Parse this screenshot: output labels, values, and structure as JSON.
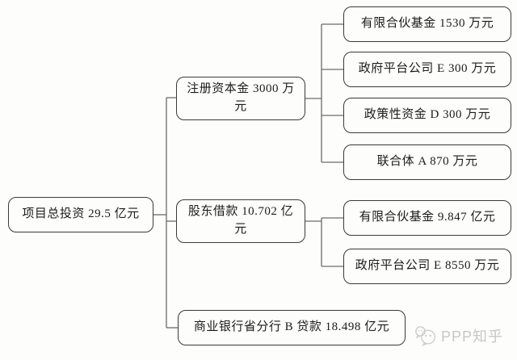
{
  "diagram": {
    "root": {
      "label": "项目总投资 29.5 亿元"
    },
    "funding_sources": {
      "registered_capital": {
        "label": "注册资本金 3000 万元"
      },
      "shareholder_loan": {
        "label": "股东借款 10.702 亿元"
      },
      "bank_loan": {
        "label": "商业银行省分行 B 贷款 18.498 亿元"
      }
    },
    "registered_capital_children": [
      {
        "label": "有限合伙基金 1530 万元"
      },
      {
        "label": "政府平台公司 E 300 万元"
      },
      {
        "label": "政策性资金 D 300 万元"
      },
      {
        "label": "联合体 A 870 万元"
      }
    ],
    "shareholder_loan_children": [
      {
        "label": "有限合伙基金 9.847 亿元"
      },
      {
        "label": "政府平台公司 E 8550 万元"
      }
    ]
  },
  "watermark": {
    "text": "PPP知乎",
    "icon": "wechat-logo"
  },
  "colors": {
    "box_border": "#3a3a3a",
    "connector_line": "#6b6b6b",
    "background": "#fdfdfc",
    "text": "#1c1c1c",
    "watermark_gray": "#c7c7c7"
  }
}
